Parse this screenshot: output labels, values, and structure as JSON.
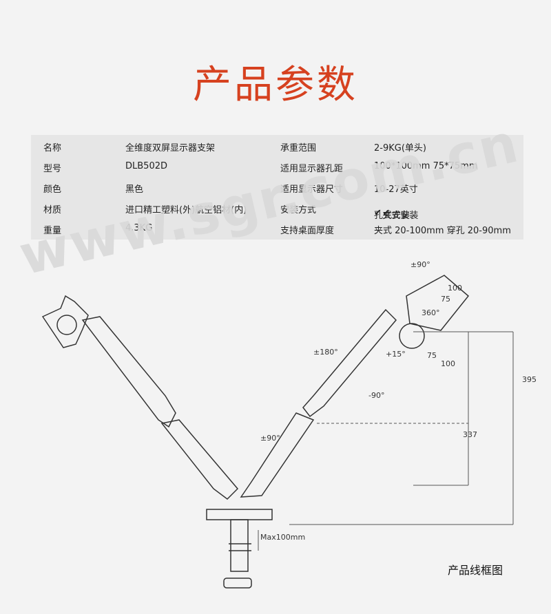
{
  "title": "产品参数",
  "specs": [
    {
      "label": "名称",
      "value": "全维度双屏显示器支架",
      "label2": "承重范围",
      "value2": "2-9KG(单头)"
    },
    {
      "label": "型号",
      "value": "DLB502D",
      "label2": "适用显示器孔距",
      "value2": "100*100mm    75*75mm"
    },
    {
      "label": "颜色",
      "value": "黑色",
      "label2": "适用显示器尺寸",
      "value2": "10-27英寸"
    },
    {
      "label": "材质",
      "value": "进口精工塑料(外)航空铝材(内)",
      "label2": "安装方式",
      "value2a": "孔式安装",
      "value2b": "夹式安装"
    },
    {
      "label": "重量",
      "value": "4.3KG",
      "label2": "支持桌面厚度",
      "value2": "夹式 20-100mm   穿孔 20-90mm"
    }
  ],
  "watermark": "www.sgr.com.cn",
  "diagram": {
    "rot1": "±90°",
    "rot2": "±180°",
    "rot3": "±90°",
    "rot4": "360°",
    "tilt_up": "+15°",
    "tilt_down": "-90°",
    "dim100a": "100",
    "dim75a": "75",
    "dim75b": "75",
    "dim100b": "100",
    "height1": "395",
    "height2": "337",
    "clamp": "Max100mm"
  },
  "caption": "产品线框图"
}
